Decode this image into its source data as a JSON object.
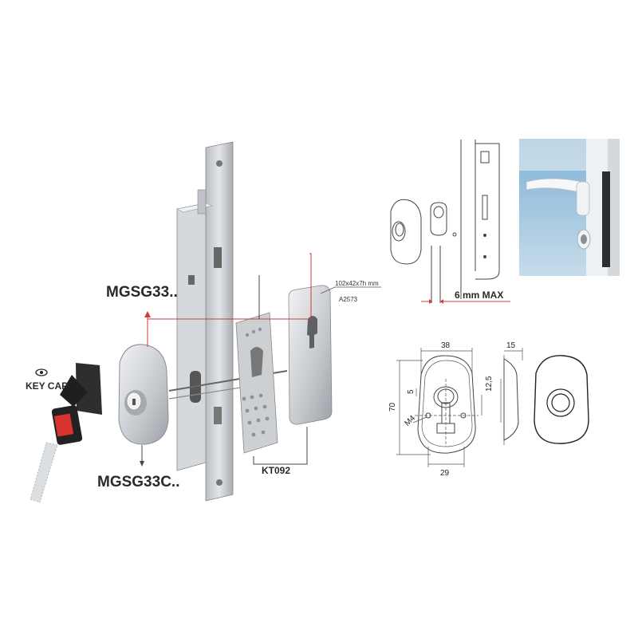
{
  "labels": {
    "key_cap": "KEY CAP",
    "mgsg33": "MGSG33..",
    "mgsg33c": "MGSG33C..",
    "kt092": "KT092",
    "plate_size": "102x42x7h mm",
    "plate_code": "A2573",
    "max_gap": "6 mm MAX"
  },
  "dimensions": {
    "width_top": "38",
    "depth": "15",
    "height": "70",
    "offset_5": "5",
    "offset_12_5": "12,5",
    "thread": "M4",
    "width_bottom": "29"
  },
  "colors": {
    "metal": "#c9ccd0",
    "accent_red": "#d23a3a",
    "sky": "#9fc3dc"
  }
}
